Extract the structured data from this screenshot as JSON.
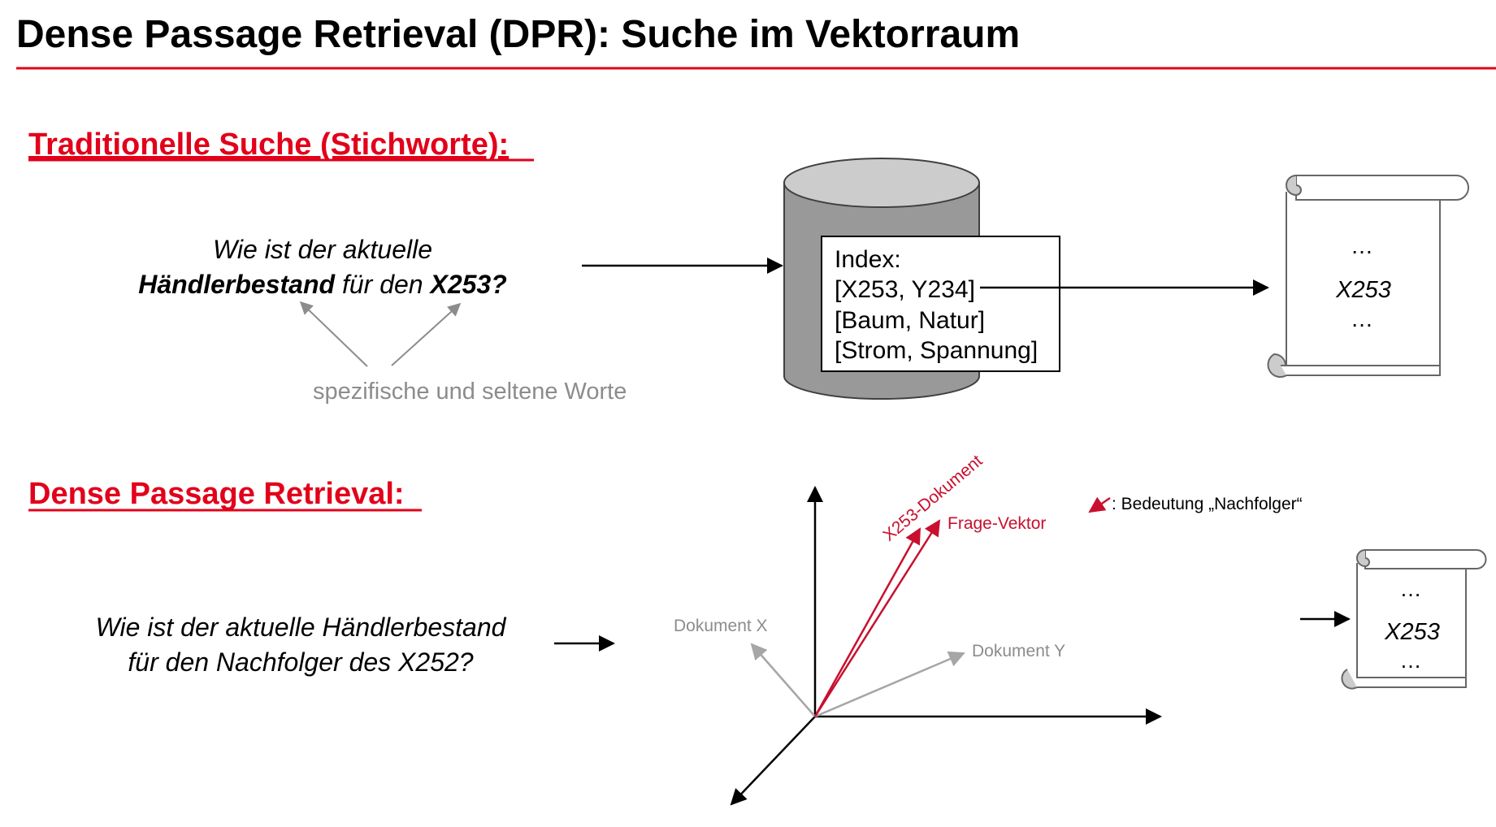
{
  "slide": {
    "title": "Dense Passage Retrieval (DPR): Suche im Vektorraum",
    "accent_color": "#e2001a",
    "vector_color": "#c8102e",
    "muted_color": "#8c8c8c"
  },
  "traditional": {
    "heading": "Traditionelle Suche (Stichworte):",
    "question_line1": "Wie ist der aktuelle",
    "question_bold1": "Händlerbestand",
    "question_mid": " für den ",
    "question_bold2": "X253?",
    "hint": "spezifische und seltene Worte",
    "index_lines": [
      "Index:",
      "[X253, Y234]",
      "[Baum, Natur]",
      "[Strom, Spannung]"
    ],
    "result": {
      "dots_top": "…",
      "doc": "X253",
      "dots_bottom": "…"
    }
  },
  "dpr": {
    "heading": "Dense Passage Retrieval:",
    "question_line1": "Wie ist der aktuelle Händlerbestand",
    "question_line2": "für den Nachfolger des X252?",
    "legend": ": Bedeutung „Nachfolger“",
    "vector_labels": {
      "x253": "X253-Dokument",
      "frage": "Frage-Vektor",
      "doc_x": "Dokument X",
      "doc_y": "Dokument Y"
    },
    "result": {
      "dots_top": "…",
      "doc": "X253",
      "dots_bottom": "…"
    }
  }
}
